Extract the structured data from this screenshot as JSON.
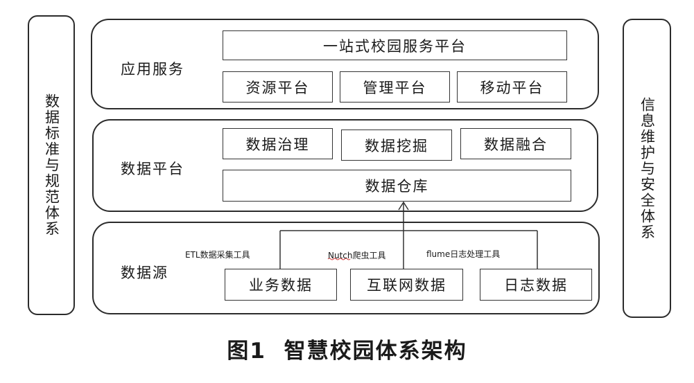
{
  "left_panel": {
    "label": "数据标准与规范体系"
  },
  "right_panel": {
    "label": "信息维护与安全体系"
  },
  "layers": {
    "application": {
      "label": "应用服务",
      "top_box": "一站式校园服务平台",
      "boxes": [
        "资源平台",
        "管理平台",
        "移动平台"
      ]
    },
    "data_platform": {
      "label": "数据平台",
      "boxes": [
        "数据治理",
        "数据挖掘",
        "数据融合"
      ],
      "bottom_box": "数据仓库"
    },
    "data_source": {
      "label": "数据源",
      "tools": [
        "ETL数据采集工具",
        "Nutch爬虫工具",
        "flume日志处理工具"
      ],
      "boxes": [
        "业务数据",
        "互联网数据",
        "日志数据"
      ]
    }
  },
  "caption": "图1  智慧校园体系架构"
}
